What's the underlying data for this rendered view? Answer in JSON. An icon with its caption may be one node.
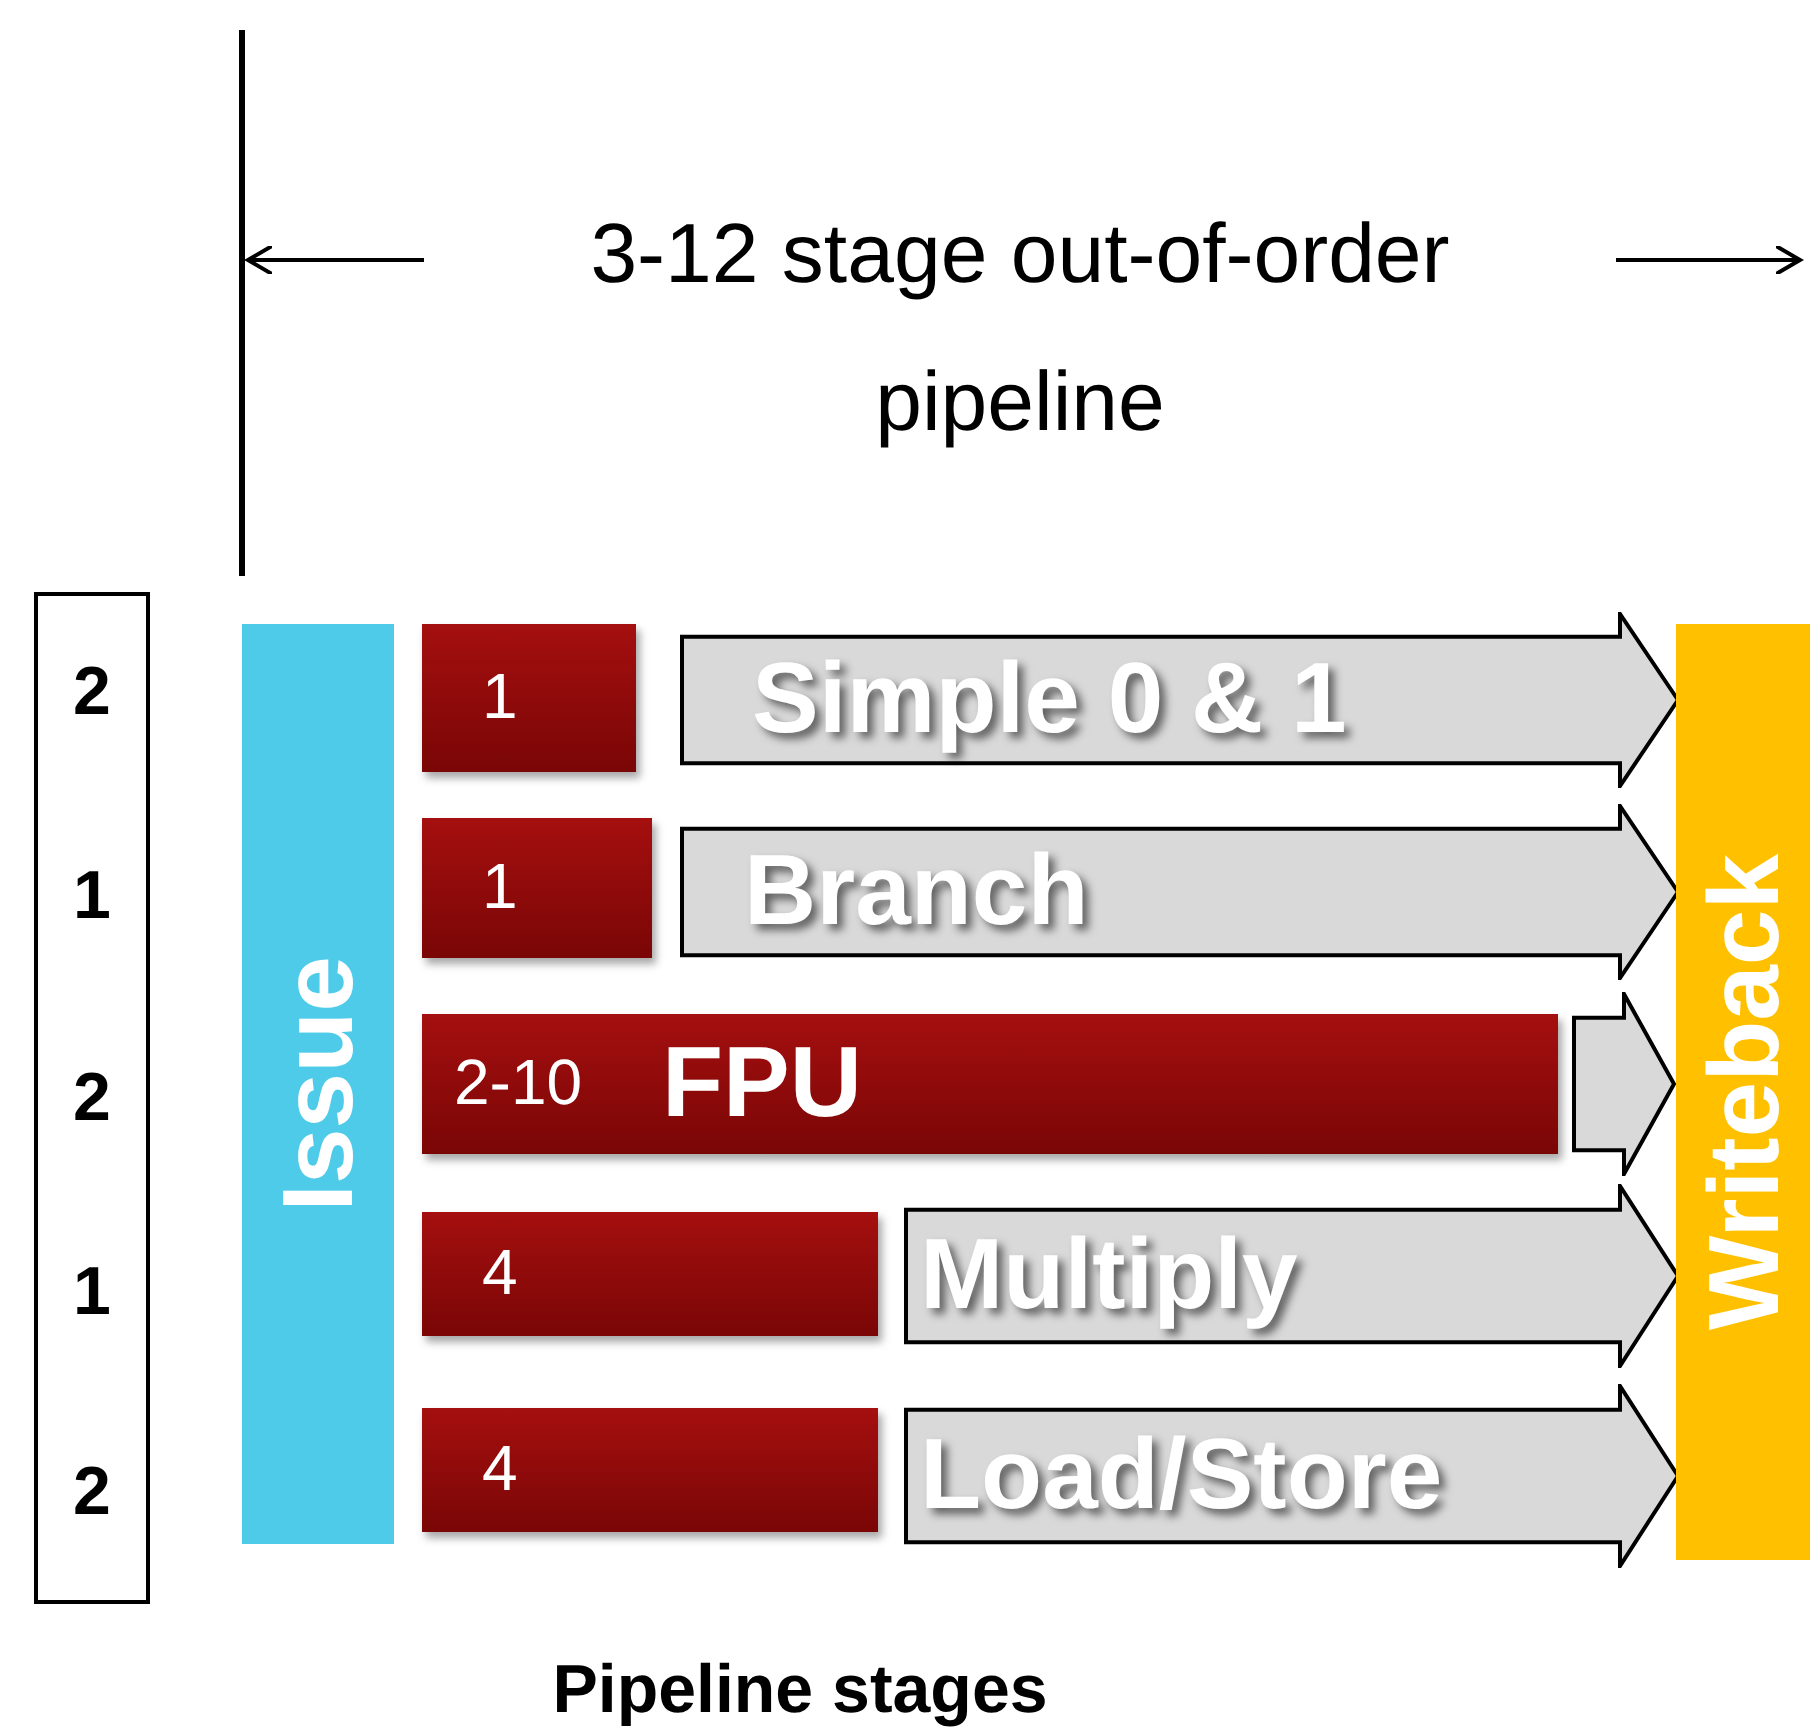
{
  "diagram": {
    "nodes": [
      {
        "text": [
          "2",
          "1",
          "2",
          "1",
          "2"
        ]
      },
      {
        "text": [
          "Issue"
        ]
      },
      {
        "text": [
          "1"
        ]
      },
      {
        "text": [
          "Simple 0 & 1"
        ]
      },
      {
        "text": [
          "1"
        ]
      },
      {
        "text": [
          "Branch"
        ]
      },
      {
        "text": [
          "2-10",
          "FPU"
        ]
      },
      {
        "text": [],
        "shape": "arrow"
      },
      {
        "text": [
          "4"
        ]
      },
      {
        "text": [
          "Multiply"
        ]
      },
      {
        "text": [
          "4"
        ]
      },
      {
        "text": [
          "Load/Store"
        ]
      },
      {
        "text": [
          "Writeback"
        ]
      }
    ],
    "labels": [
      "3-12 stage out-of-order pipeline",
      "Pipeline stages"
    ]
  }
}
